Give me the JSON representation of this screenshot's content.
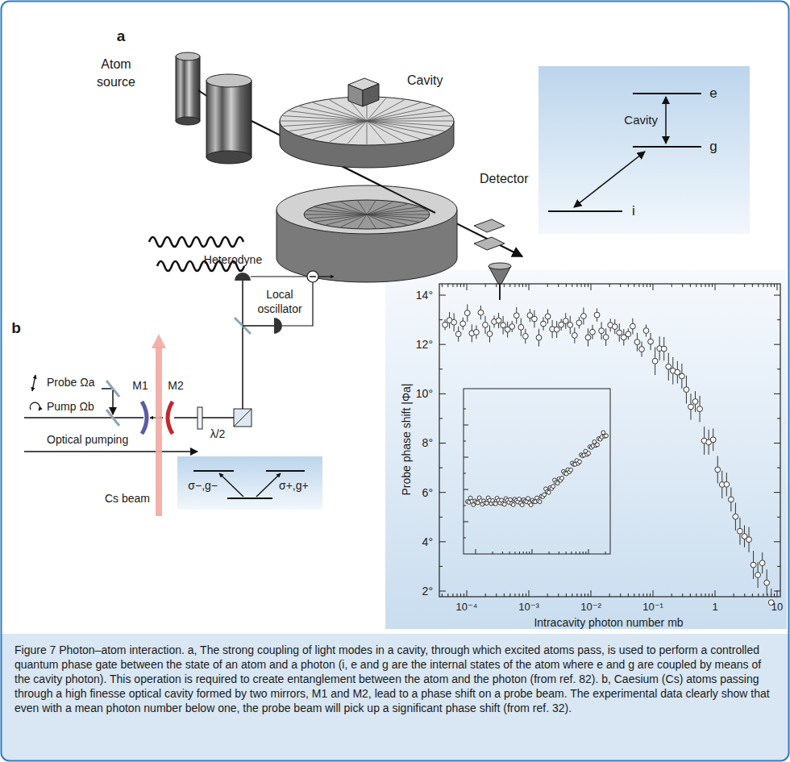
{
  "diagram": {
    "caption": "Figure 7 Photon–atom interaction. a, The strong coupling of light modes in a cavity, through which excited atoms pass, is used to perform a controlled quantum phase gate between the state of an atom and a photon (i, e and g are the internal states of the atom where e and g are coupled by means of the cavity photon). This operation is required to create entanglement between the atom and the photon (from ref. 82). b, Caesium (Cs) atoms passing through a high finesse optical cavity formed by two mirrors, M1 and M2, lead to a phase shift on a probe beam. The experimental data clearly show that even with a mean photon number below one, the probe beam will pick up a significant phase shift (from ref. 32).",
    "nodes": [
      {
        "text": [
          "e",
          "Cavity",
          "g",
          "i"
        ]
      },
      {
        "text": [
          "σ−,g−",
          "σ+,g+"
        ]
      }
    ],
    "labels": [
      "a",
      "Atom source",
      "Cavity",
      "Detector",
      "b",
      "Heterodyne",
      "Local oscillator",
      "Probe Ωa",
      "Pump Ωb",
      "M1",
      "M2",
      "λ/2",
      "Optical pumping",
      "Cs beam",
      "14°",
      "12°",
      "10°",
      "8°",
      "6°",
      "4°",
      "2°",
      "10⁻⁴",
      "10⁻³",
      "10⁻²",
      "10⁻¹",
      "1",
      "10",
      "Probe phase shift |Φa|",
      "Intracavity photon number mb"
    ]
  }
}
